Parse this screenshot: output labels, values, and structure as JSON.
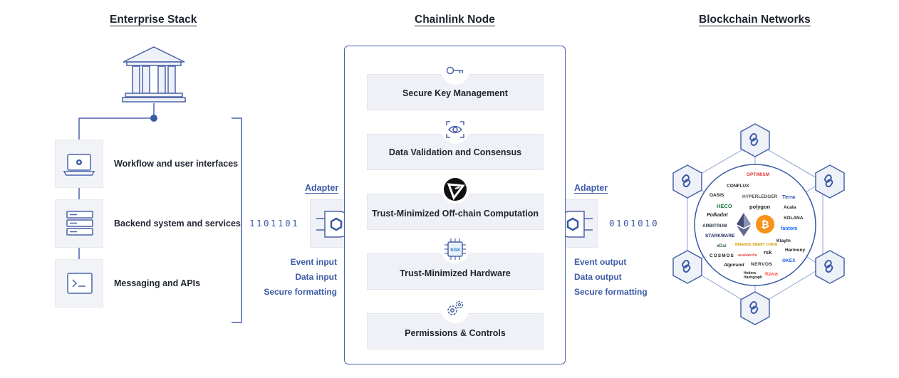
{
  "columns": {
    "enterprise": "Enterprise Stack",
    "node": "Chainlink Node",
    "blockchain": "Blockchain Networks"
  },
  "enterprise": {
    "icon": "bank-building-icon",
    "rows": [
      {
        "label": "Workflow and user interfaces",
        "icon": "laptop-gear-icon"
      },
      {
        "label": "Backend system and services",
        "icon": "server-rack-icon"
      },
      {
        "label": "Messaging and APIs",
        "icon": "terminal-prompt-icon"
      }
    ]
  },
  "node": {
    "services": [
      {
        "label": "Secure Key Management",
        "icon": "key-icon"
      },
      {
        "label": "Data Validation and Consensus",
        "icon": "eye-scan-icon"
      },
      {
        "label": "Trust-Minimized Off-chain Computation",
        "icon": "chainlink-triangle-icon"
      },
      {
        "label": "Trust-Minimized Hardware",
        "icon": "sgx-chip-icon",
        "chip_text": "SGX"
      },
      {
        "label": "Permissions & Controls",
        "icon": "gears-icon"
      }
    ]
  },
  "adapters": {
    "left": {
      "title": "Adapter",
      "bits": "1101101",
      "lines": [
        "Event input",
        "Data input",
        "Secure formatting"
      ]
    },
    "right": {
      "title": "Adapter",
      "bits": "0101010",
      "lines": [
        "Event output",
        "Data output",
        "Secure formatting"
      ]
    }
  },
  "networks": {
    "logos": [
      "OPTIMISM",
      "CONFLUX",
      "OASIS",
      "HYPERLEDGER",
      "Terra",
      "HECO",
      "polygon",
      "Acala",
      "Polkadot",
      "ARBITRUM",
      "SOLANA",
      "fantom",
      "STARKWARE",
      "xDai",
      "BINANCE SMART CHAIN",
      "Klaytn",
      "COSMOS",
      "avalanche",
      "rsk",
      "Harmony",
      "Algorand",
      "NERVOS",
      "OKEX",
      "Hedera Hashgraph",
      "Kava"
    ]
  },
  "colors": {
    "accent": "#3c5aa6",
    "panel": "#eff1f6",
    "hex_fill": "#eef1f8",
    "bitcoin": "#f7931a"
  }
}
